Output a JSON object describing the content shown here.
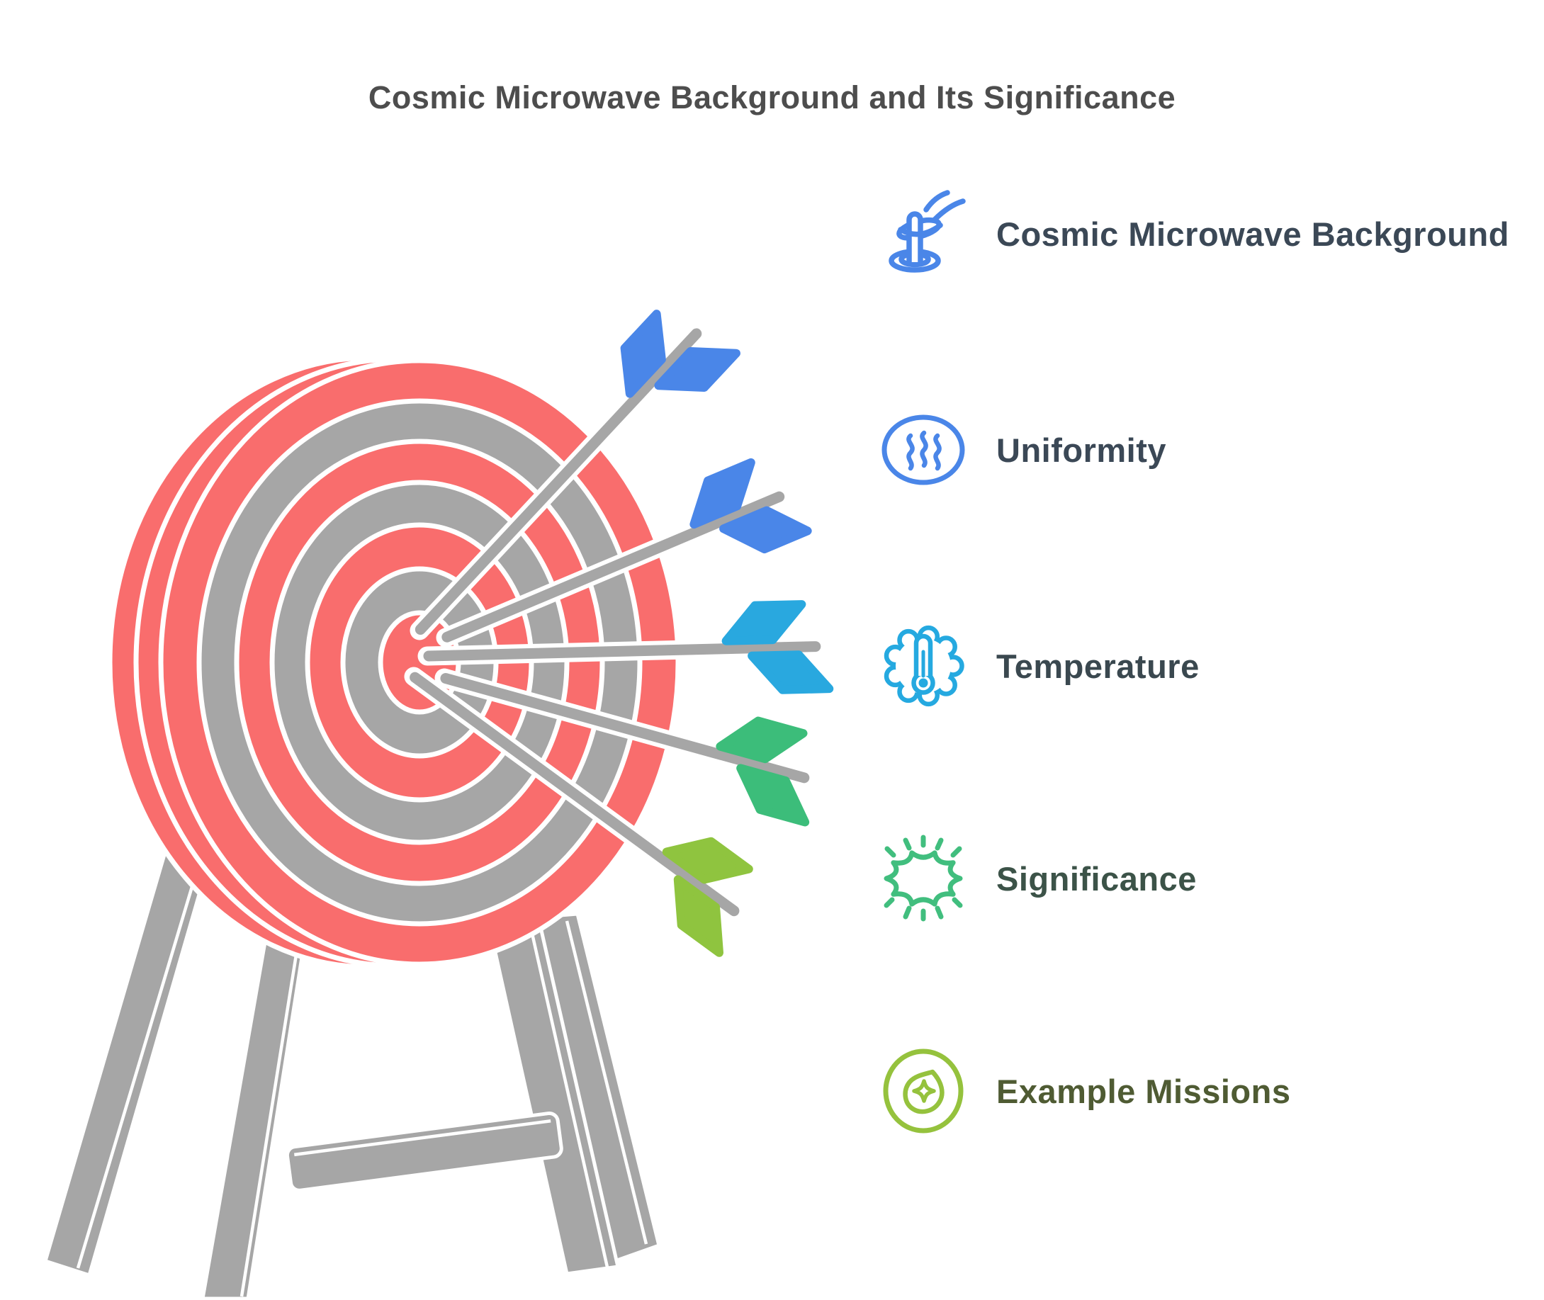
{
  "title": "Cosmic Microwave Background and Its Significance",
  "title_color": "#4D4D4D",
  "background": "#FFFFFF",
  "items": [
    {
      "label": "Cosmic Microwave Background",
      "icon": "satellite-dish-icon",
      "accent": "#4A86E8",
      "label_color": "#3B4856"
    },
    {
      "label": "Uniformity",
      "icon": "heat-waves-icon",
      "accent": "#4A86E8",
      "label_color": "#3B4856"
    },
    {
      "label": "Temperature",
      "icon": "gear-thermometer-icon",
      "accent": "#25A9E0",
      "label_color": "#3A484F"
    },
    {
      "label": "Significance",
      "icon": "starburst-icon",
      "accent": "#41BE7E",
      "label_color": "#3C5348"
    },
    {
      "label": "Example Missions",
      "icon": "location-pin-star-icon",
      "accent": "#95C23D",
      "label_color": "#4F5B33"
    }
  ],
  "illustration": {
    "name": "archery-target-with-five-arrows-on-stand",
    "target_red": "#F96D6D",
    "target_gray": "#A6A6A6",
    "stand_gray": "#A6A6A6",
    "arrow_shaft_gray": "#A6A6A6",
    "outline_white": "#FFFFFF",
    "fletching_colors": [
      "#4A86E8",
      "#4A86E8",
      "#29A8DF",
      "#3CBD7A",
      "#8FC43F"
    ]
  }
}
